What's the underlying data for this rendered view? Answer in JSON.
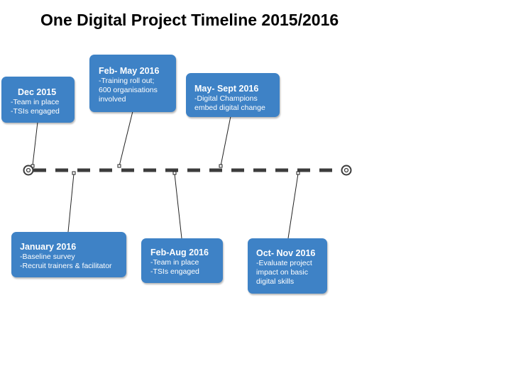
{
  "title": "One Digital Project Timeline 2015/2016",
  "milestones": [
    {
      "heading": "Dec 2015",
      "lines": [
        "-Team in place",
        "-TSIs engaged"
      ]
    },
    {
      "heading": "Feb- May 2016",
      "lines": [
        "-Training roll out;",
        "600 organisations",
        "involved"
      ]
    },
    {
      "heading": "May- Sept 2016",
      "lines": [
        "-Digital Champions",
        "embed digital change"
      ]
    },
    {
      "heading": "January  2016",
      "lines": [
        "-Baseline survey",
        "-Recruit trainers & facilitator"
      ]
    },
    {
      "heading": "Feb-Aug 2016",
      "lines": [
        "-Team in place",
        "-TSIs engaged"
      ]
    },
    {
      "heading": "Oct- Nov 2016",
      "lines": [
        "-Evaluate project",
        "impact on basic",
        "digital skills"
      ]
    }
  ],
  "colors": {
    "box": "#3e82c6",
    "box_text": "#ffffff",
    "timeline": "#3c3c3c"
  }
}
